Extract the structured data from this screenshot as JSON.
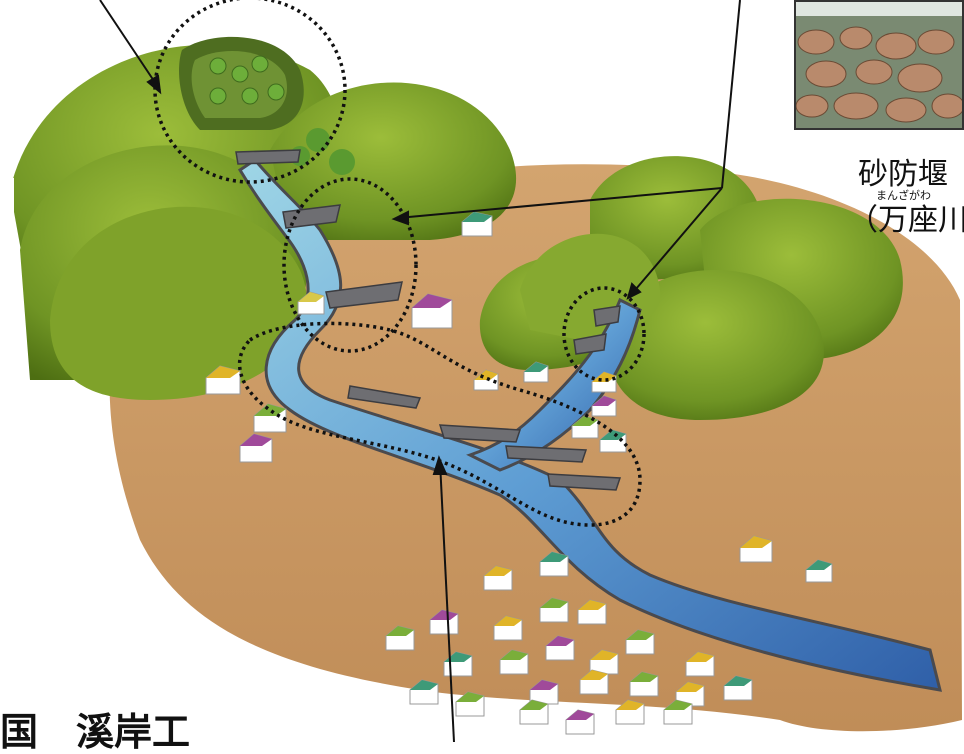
{
  "labels": {
    "dam_text": "砂防堰",
    "dam_ruby": "まんざがわ",
    "dam_river": "（万座川",
    "bottom_text": "国　溪岸工"
  },
  "photo": {
    "description_icon": "photo-of-sabo-dam-and-rocky-riverbed"
  },
  "colors": {
    "ground": "#c49463",
    "hill": "#7a9e2a",
    "hill_dark": "#4e7010",
    "river": "#4c86c2",
    "river_light": "#93cde0",
    "dam": "#6e6e72",
    "circle": "#111111"
  }
}
